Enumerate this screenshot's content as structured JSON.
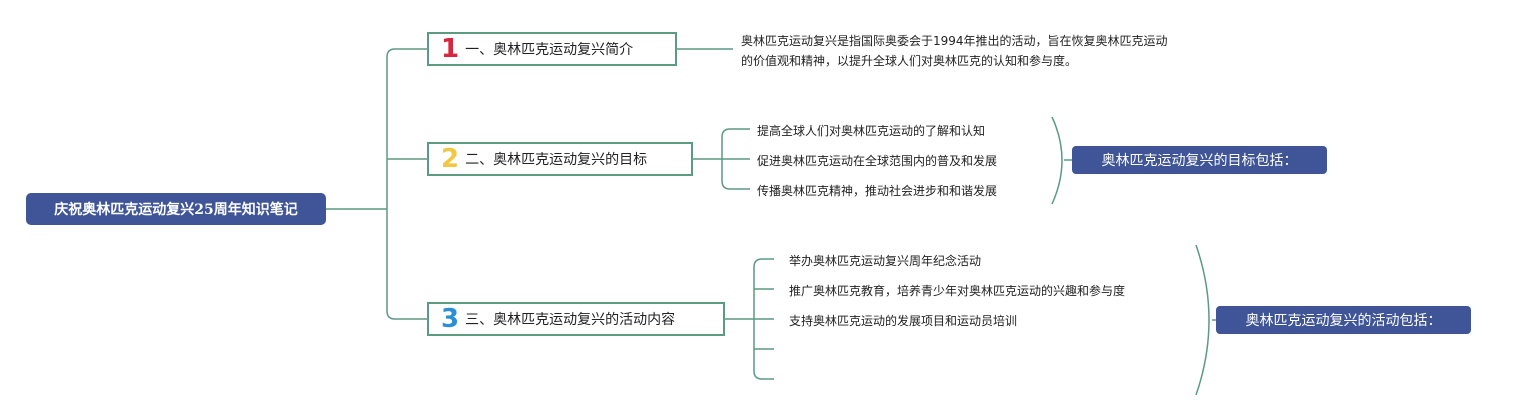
{
  "root": {
    "title": "庆祝奥林匹克运动复兴25周年知识笔记"
  },
  "branches": [
    {
      "number": "1",
      "number_color": "#d7263d",
      "label": "一、奥林匹克运动复兴简介",
      "paragraph": [
        "奥林匹克运动复兴是指国际奥委会于1994年推出的活动，旨在恢复奥林匹克运动",
        "的价值观和精神，以提升全球人们对奥林匹克的认知和参与度。"
      ]
    },
    {
      "number": "2",
      "number_color": "#f2c744",
      "label": "二、奥林匹克运动复兴的目标",
      "items": [
        "提高全球人们对奥林匹克运动的了解和认知",
        "促进奥林匹克运动在全球范围内的普及和发展",
        "传播奥林匹克精神，推动社会进步和和谐发展"
      ],
      "summary": "奥林匹克运动复兴的目标包括："
    },
    {
      "number": "3",
      "number_color": "#2b8fd6",
      "label": "三、奥林匹克运动复兴的活动内容",
      "items": [
        "举办奥林匹克运动复兴周年纪念活动",
        "推广奥林匹克教育，培养青少年对奥林匹克运动的兴趣和参与度",
        "支持奥林匹克运动的发展项目和运动员培训",
        "",
        ""
      ],
      "summary": "奥林匹克运动复兴的活动包括："
    }
  ],
  "colors": {
    "line": "#5c9a82",
    "root_fill": "#3f5597",
    "summary_fill": "#3f5597"
  }
}
